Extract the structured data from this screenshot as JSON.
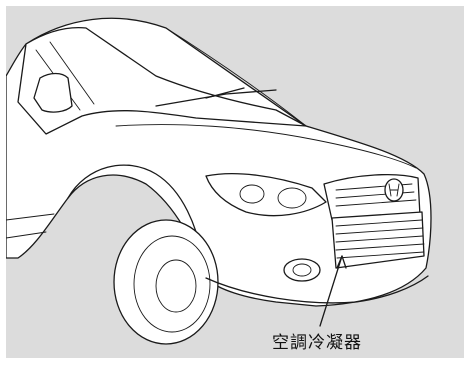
{
  "diagram": {
    "subject": "car-front-illustration",
    "callouts": [
      {
        "id": "condenser",
        "label": "空調冷凝器"
      }
    ]
  },
  "colors": {
    "background": "#dcdcdc",
    "line": "#1a1a1a",
    "body": "#ffffff"
  }
}
